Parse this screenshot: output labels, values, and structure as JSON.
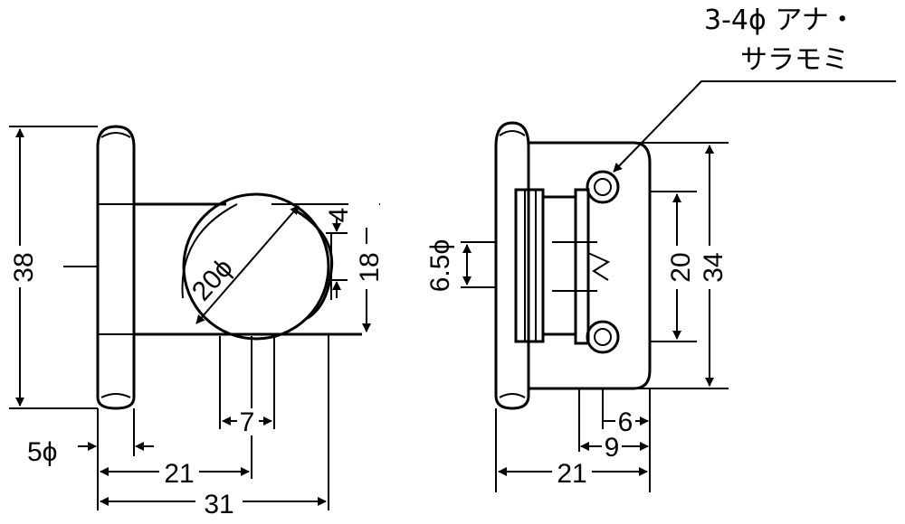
{
  "callout": {
    "line1": "3-4ϕ アナ・",
    "line2": "サラモミ"
  },
  "dimensions": {
    "height_38": "38",
    "diameter_20": "20ϕ",
    "dim_4": "4",
    "dim_18": "18",
    "dim_7": "7",
    "pin_5": "5ϕ",
    "dim_21_left": "21",
    "dim_31": "31",
    "hole_6_5": "6.5ϕ",
    "dim_20": "20",
    "dim_34": "34",
    "dim_6": "6",
    "dim_9": "9",
    "dim_21_right": "21"
  }
}
